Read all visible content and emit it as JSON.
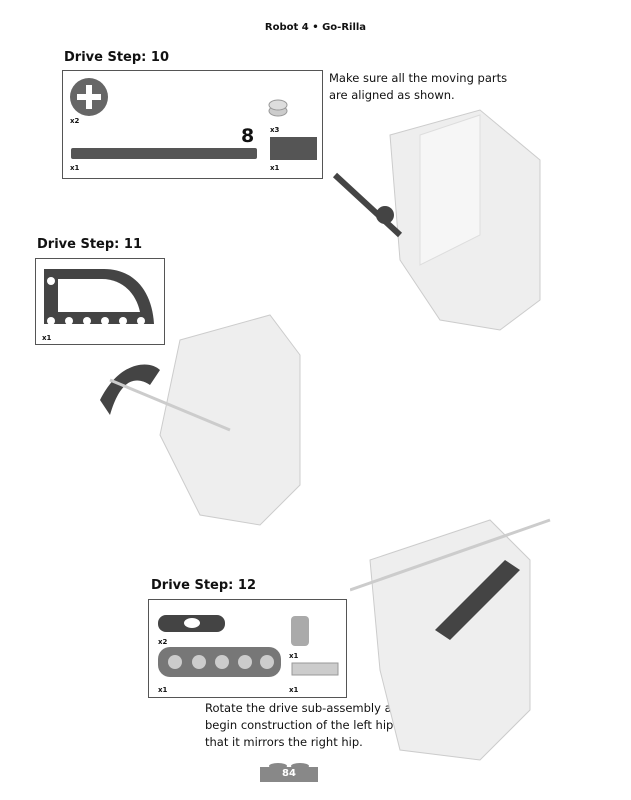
{
  "header": "Robot 4 • Go-Rilla",
  "steps": [
    {
      "title": "Drive Step: 10",
      "parts": [
        {
          "qty": "x2"
        },
        {
          "qty": "x3"
        },
        {
          "qty": "x1",
          "length": "8"
        },
        {
          "qty": "x1"
        }
      ],
      "note_lines": [
        "Make sure all the moving parts",
        "are aligned as shown."
      ]
    },
    {
      "title": "Drive Step: 11",
      "parts": [
        {
          "qty": "x1"
        }
      ]
    },
    {
      "title": "Drive Step: 12",
      "parts": [
        {
          "qty": "x2"
        },
        {
          "qty": "x1"
        },
        {
          "qty": "x1"
        },
        {
          "qty": "x1"
        }
      ],
      "note_lines": [
        "Rotate the drive sub-assembly and",
        "begin construction of the left hip so",
        "that it mirrors the right hip."
      ]
    }
  ],
  "page_number": "84"
}
